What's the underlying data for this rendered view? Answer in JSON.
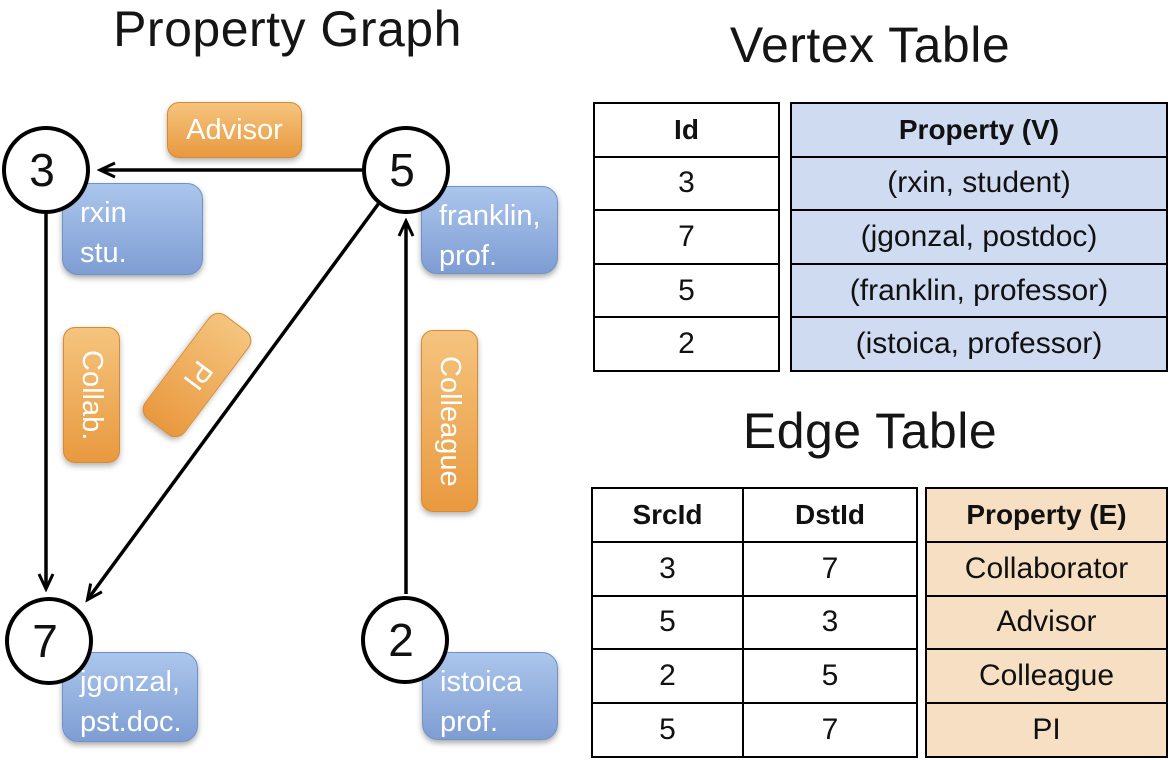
{
  "colors": {
    "orange_light": "#f5c47e",
    "orange_dark": "#e9993f",
    "orange_border": "#d88a2c",
    "blue_light": "#abc6ec",
    "blue_dark": "#7e9dd3",
    "blue_border": "#6f92c9",
    "vertex_cell_bg": "#cfdbf1",
    "edge_cell_bg": "#f6dfc3",
    "line": "#000000"
  },
  "graph": {
    "title": "Property Graph",
    "nodes": {
      "n3": "3",
      "n5": "5",
      "n7": "7",
      "n2": "2"
    },
    "vertex_boxes": {
      "v3": [
        "rxin",
        "stu."
      ],
      "v5": [
        "franklin,",
        "prof."
      ],
      "v7": [
        "jgonzal,",
        "pst.doc."
      ],
      "v2": [
        "istoica",
        "prof."
      ]
    },
    "edge_labels": {
      "advisor": "Advisor",
      "collab": "Collab.",
      "pi": "PI",
      "colleague": "Colleague"
    }
  },
  "vertex_table": {
    "title": "Vertex Table",
    "columns": {
      "id": "Id",
      "property": "Property (V)"
    },
    "id_rows": [
      "3",
      "7",
      "5",
      "2"
    ],
    "property_rows": [
      "(rxin, student)",
      "(jgonzal, postdoc)",
      "(franklin, professor)",
      "(istoica, professor)"
    ]
  },
  "edge_table": {
    "title": "Edge Table",
    "columns": {
      "src": "SrcId",
      "dst": "DstId",
      "property": "Property (E)"
    },
    "src_rows": [
      "3",
      "5",
      "2",
      "5"
    ],
    "dst_rows": [
      "7",
      "3",
      "5",
      "7"
    ],
    "property_rows": [
      "Collaborator",
      "Advisor",
      "Colleague",
      "PI"
    ]
  }
}
